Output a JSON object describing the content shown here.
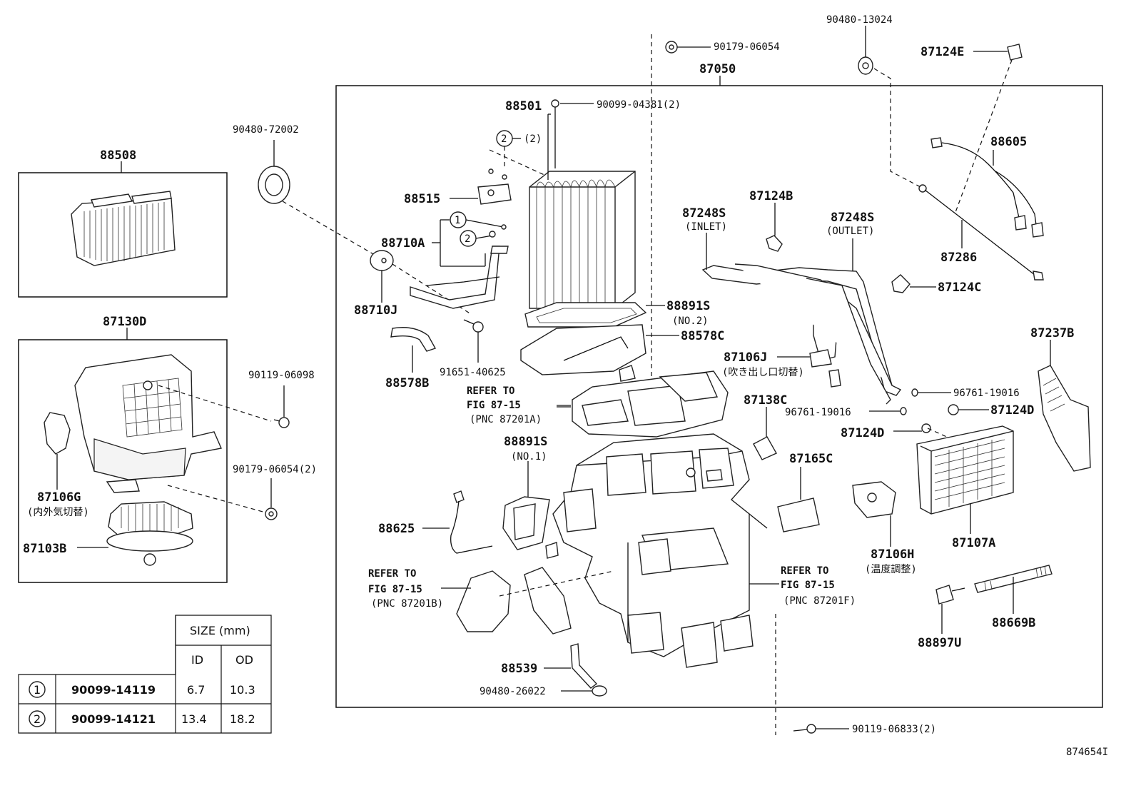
{
  "labels": {
    "p88508": "88508",
    "p87130D": "87130D",
    "p87106G": "87106G",
    "p87106G_sub": "(内外気切替)",
    "p87103B": "87103B",
    "p90480_72002": "90480-72002",
    "p90119_06098": "90119-06098",
    "p90179_06054_2": "90179-06054(2)",
    "p88710J": "88710J",
    "p88578B": "88578B",
    "p91651_40625": "91651-40625",
    "p88710A": "88710A",
    "p88515": "88515",
    "p88501": "88501",
    "p90099_04381": "90099-04381(2)",
    "p90179_06054": "90179-06054",
    "p87050": "87050",
    "p90480_13024": "90480-13024",
    "p87124E": "87124E",
    "p88605": "88605",
    "p87286": "87286",
    "p87124C": "87124C",
    "p87237B": "87237B",
    "p87124B": "87124B",
    "p87248S_in": "87248S",
    "p87248S_in_sub": "(INLET)",
    "p87248S_out": "87248S",
    "p87248S_out_sub": "(OUTLET)",
    "p88891S_2": "88891S",
    "p88891S_2_sub": "(NO.2)",
    "p88578C": "88578C",
    "p87106J": "87106J",
    "p87106J_sub": "(吹き出し口切替)",
    "p96761_19016a": "96761-19016",
    "p96761_19016b": "96761-19016",
    "p87124D_a": "87124D",
    "p87124D_b": "87124D",
    "p87138C": "87138C",
    "p87165C": "87165C",
    "p87106H": "87106H",
    "p87106H_sub": "(温度調整)",
    "p87107A": "87107A",
    "p88891S_1": "88891S",
    "p88891S_1_sub": "(NO.1)",
    "p88625": "88625",
    "p88539": "88539",
    "p90480_26022": "90480-26022",
    "p88897U": "88897U",
    "p88669B": "88669B",
    "p90119_06833": "90119-06833(2)",
    "ref_a_1": "REFER TO",
    "ref_a_2": "FIG 87-15",
    "ref_a_3": "(PNC 87201A)",
    "ref_b_1": "REFER TO",
    "ref_b_2": "FIG 87-15",
    "ref_b_3": "(PNC 87201B)",
    "ref_f_1": "REFER TO",
    "ref_f_2": "FIG 87-15",
    "ref_f_3": "(PNC 87201F)",
    "call1": "1",
    "call2a": "2",
    "call2b": "2",
    "call2b_qty": "(2)",
    "drawing_no": "874654I"
  },
  "size_table": {
    "header": "SIZE (mm)",
    "col_id": "ID",
    "col_od": "OD",
    "rows": [
      {
        "mark": "1",
        "part": "90099-14119",
        "id": "6.7",
        "od": "10.3"
      },
      {
        "mark": "2",
        "part": "90099-14121",
        "id": "13.4",
        "od": "18.2"
      }
    ]
  }
}
